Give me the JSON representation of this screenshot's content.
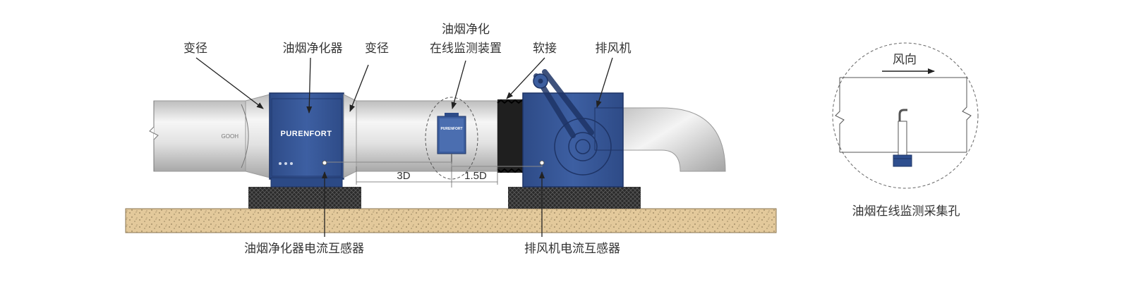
{
  "labels": {
    "reducer_left": "变径",
    "purifier": "油烟净化器",
    "reducer_right": "变径",
    "monitor_line1": "油烟净化",
    "monitor_line2": "在线监测装置",
    "soft_joint": "软接",
    "exhaust_fan": "排风机",
    "purifier_sensor": "油烟净化器电流互感器",
    "fan_sensor": "排风机电流互感器",
    "sampling_hole": "油烟在线监测采集孔",
    "wind_direction": "风向"
  },
  "dimensions": {
    "three_d": "3D",
    "one_five_d": "1.5D",
    "duct_diameter": "GOOH"
  },
  "brand": {
    "purifier_brand": "PURENFORT",
    "monitor_brand": "PURENFORT"
  },
  "colors": {
    "equipment_blue": "#3a5a9c",
    "equipment_dark": "#25407a",
    "duct_light": "#eeeeee",
    "duct_shade": "#b5b5b5",
    "ground": "#e2c89a",
    "base": "#2a2a2a",
    "leader": "#222222"
  }
}
